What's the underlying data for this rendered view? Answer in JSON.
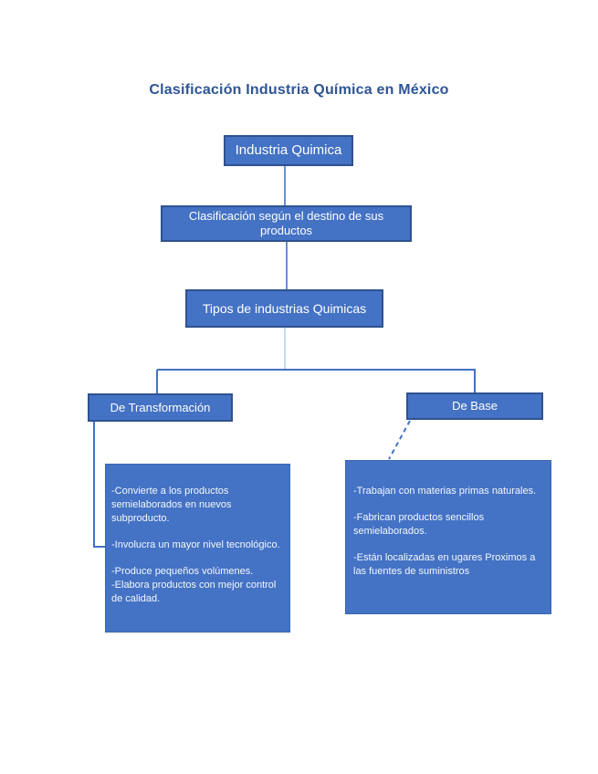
{
  "title": "Clasificación Industria Química en México",
  "colors": {
    "title_text": "#2E5596",
    "box_fill": "#4472C4",
    "box_border": "#2F528F",
    "box_text": "#FFFFFF",
    "connector": "#4472C4",
    "connector_medium": "#6B8FCB",
    "connector_light": "#C9D7EE"
  },
  "diagram": {
    "root_label": "Industria Quimica",
    "level2_label": "Clasificación según el destino de sus productos",
    "level3_label": "Tipos de industrias Quimicas",
    "branches": {
      "left": {
        "label": "De Transformación",
        "details": [
          "-Convierte a los productos semielaborados en nuevos subproducto.",
          "-Involucra un mayor nivel tecnológico.",
          "-Produce pequeños  volúmenes.",
          "-Elabora productos con mejor control de calidad."
        ]
      },
      "right": {
        "label": "De Base",
        "details": [
          "-Trabajan con materias primas naturales.",
          "-Fabrican productos sencillos semielaborados.",
          "-Están localizadas en ugares Proximos a las fuentes de suministros"
        ]
      }
    }
  }
}
